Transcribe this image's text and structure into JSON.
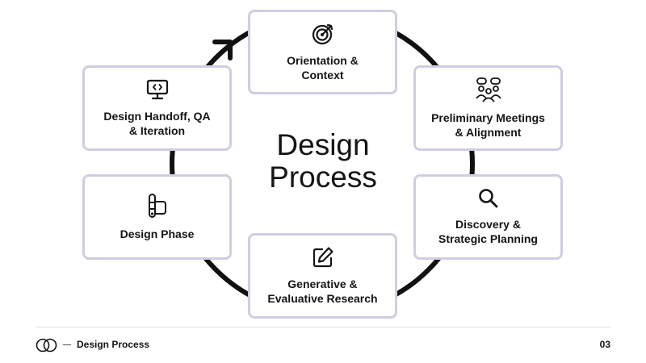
{
  "diagram": {
    "title": "Design\nProcess",
    "steps": [
      {
        "label": "Orientation &\nContext",
        "icon": "target-icon"
      },
      {
        "label": "Preliminary Meetings\n& Alignment",
        "icon": "meeting-icon"
      },
      {
        "label": "Discovery &\nStrategic Planning",
        "icon": "magnifier-icon"
      },
      {
        "label": "Generative &\nEvaluative Research",
        "icon": "edit-icon"
      },
      {
        "label": "Design Phase",
        "icon": "design-tools-icon"
      },
      {
        "label": "Design Handoff, QA\n& Iteration",
        "icon": "monitor-code-icon"
      }
    ],
    "colors": {
      "box_border": "#d3cce0",
      "ring": "#111111"
    }
  },
  "footer": {
    "title": "Design Process",
    "page_number": "03",
    "logo_icon": "overlapping-circles-icon"
  }
}
